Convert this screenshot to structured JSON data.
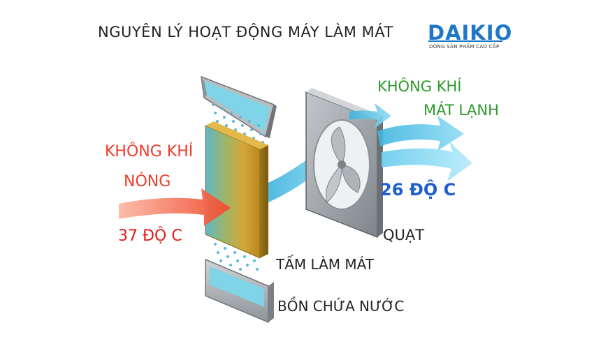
{
  "title": "NGUYÊN LÝ HOẠT ĐỘNG MÁY LÀM MÁT",
  "logo": {
    "brand": "DAIKIO",
    "tagline": "DÒNG SẢN PHẨM CAO CẤP",
    "color": "#1f77c9"
  },
  "hot_air": {
    "label_line1": "KHÔNG KHÍ",
    "label_line2": "NÓNG",
    "temperature": "37 ĐỘ C",
    "color": "#ee3d2c"
  },
  "cool_air": {
    "label_line1": "KHÔNG KHÍ",
    "label_line2": "MÁT LẠNH",
    "temperature": "26 ĐỘ C",
    "label_color": "#2b9a2b",
    "temperature_color": "#1f5fc9"
  },
  "components": {
    "fan": "QUẠT",
    "cooling_pad": "TẤM LÀM MÁT",
    "water_tank": "BỒN CHỨA NƯỚC"
  },
  "colors": {
    "air_stream": "#4fc3e8",
    "cooling_pad": "#c9a02a",
    "frame": "#9aa0a6"
  }
}
